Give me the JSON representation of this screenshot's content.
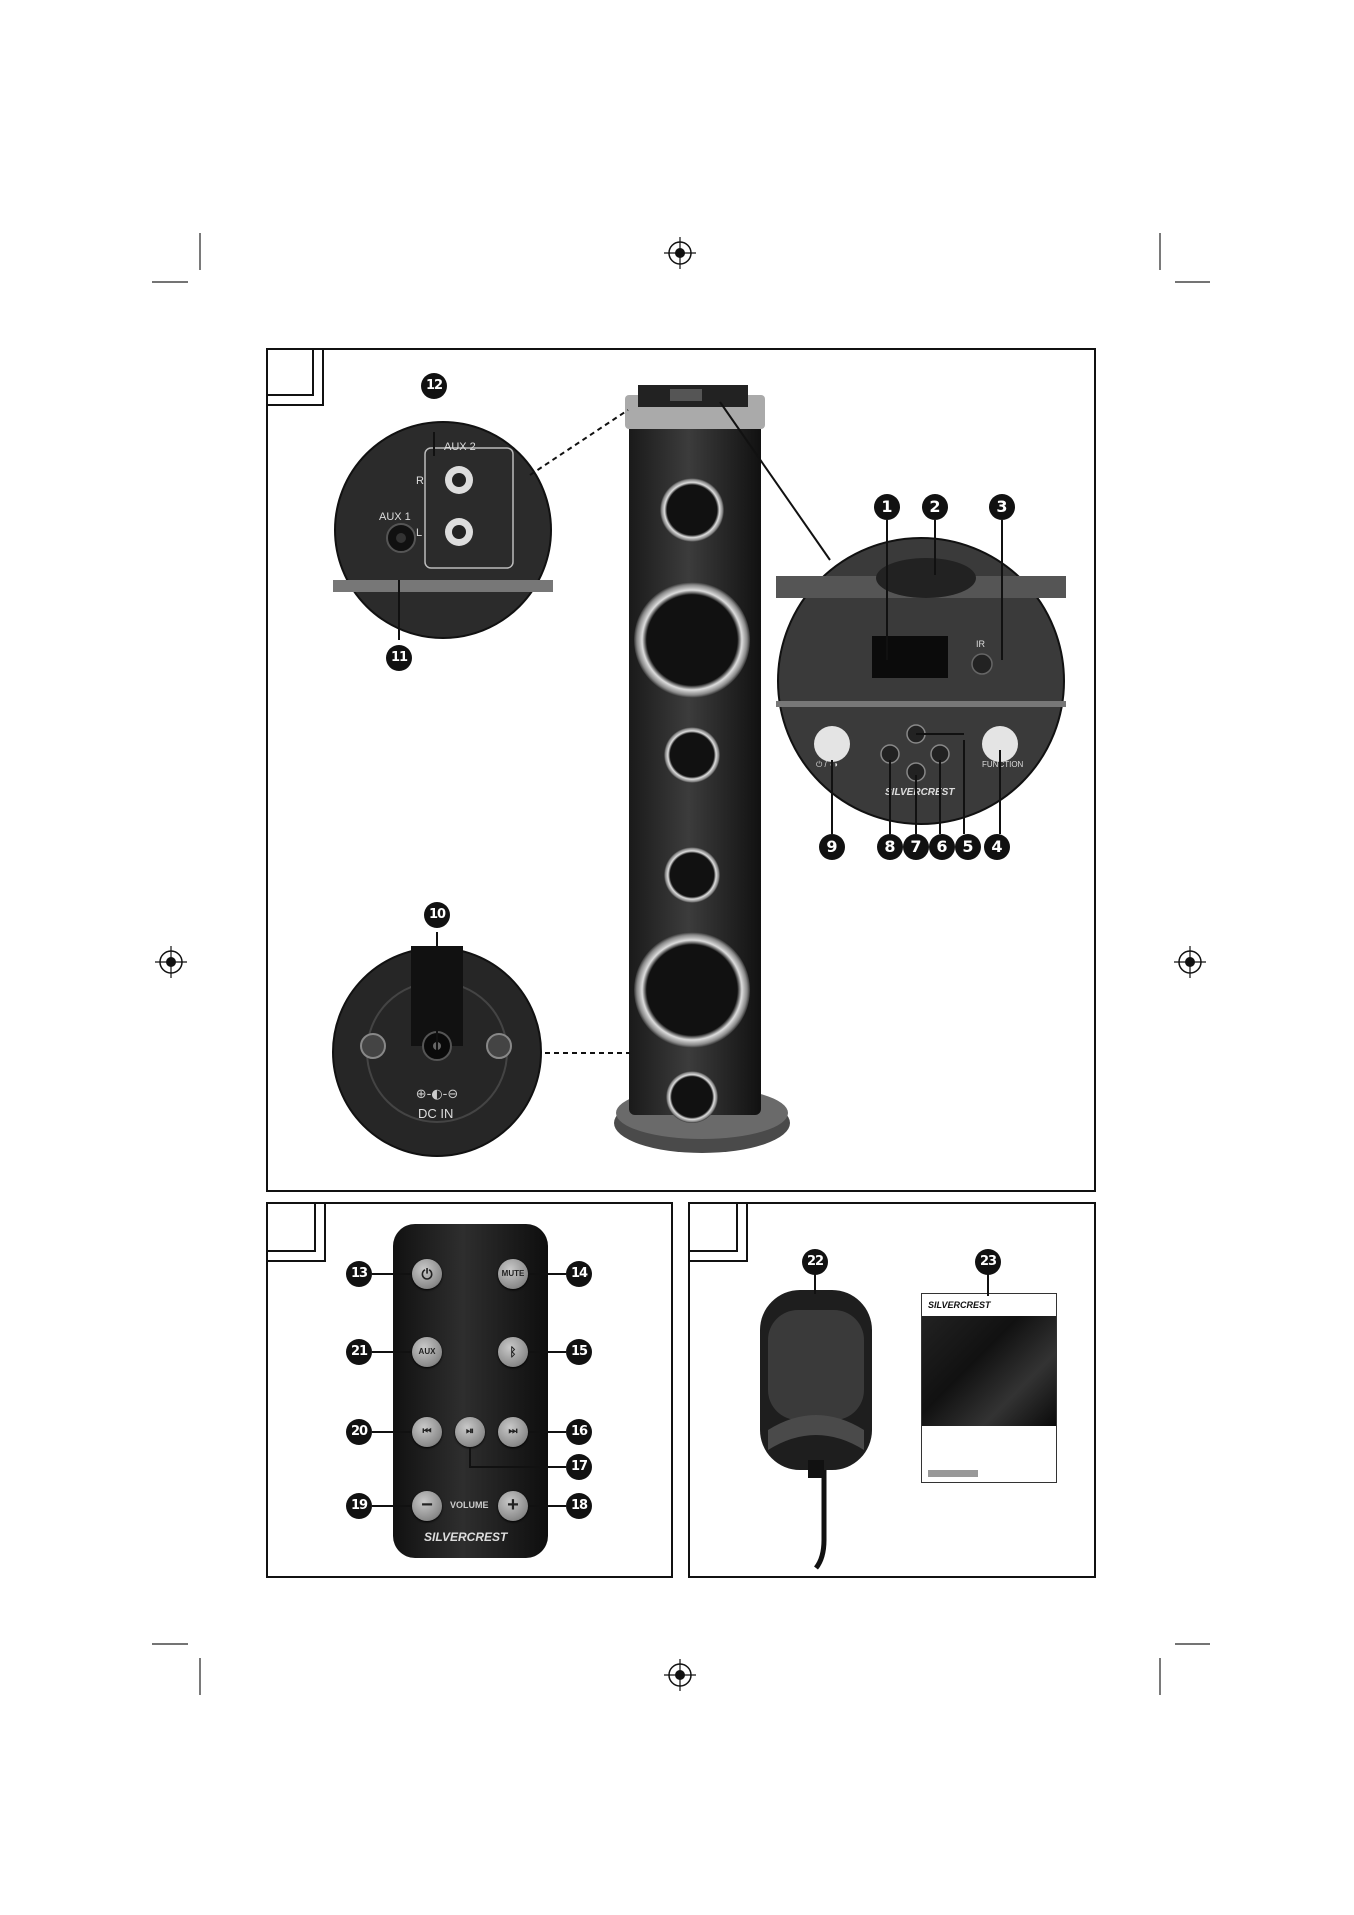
{
  "figure": {
    "panel_a_label": "",
    "panel_b_label": "",
    "panel_c_label": ""
  },
  "callouts": {
    "c1": "1",
    "c2": "2",
    "c3": "3",
    "c4": "4",
    "c5": "5",
    "c6": "6",
    "c7": "7",
    "c8": "8",
    "c9": "9",
    "c10": "10",
    "c11": "11",
    "c12": "12",
    "c13": "13",
    "c14": "14",
    "c15": "15",
    "c16": "16",
    "c17": "17",
    "c18": "18",
    "c19": "19",
    "c20": "20",
    "c21": "21",
    "c22": "22",
    "c23": "23"
  },
  "aux_detail": {
    "aux2": "AUX 2",
    "aux1": "AUX 1",
    "right": "R",
    "left": "L"
  },
  "dc_detail": {
    "dc_in": "DC IN"
  },
  "control_detail": {
    "ir": "IR",
    "power": "⏻ / ◖◗",
    "function": "FUNCTION",
    "brand": "SILVERCREST"
  },
  "remote": {
    "mute": "MUTE",
    "aux": "AUX",
    "volume": "VOLUME",
    "brand": "SILVERCREST"
  },
  "manual": {
    "brand": "SILVERCREST"
  }
}
